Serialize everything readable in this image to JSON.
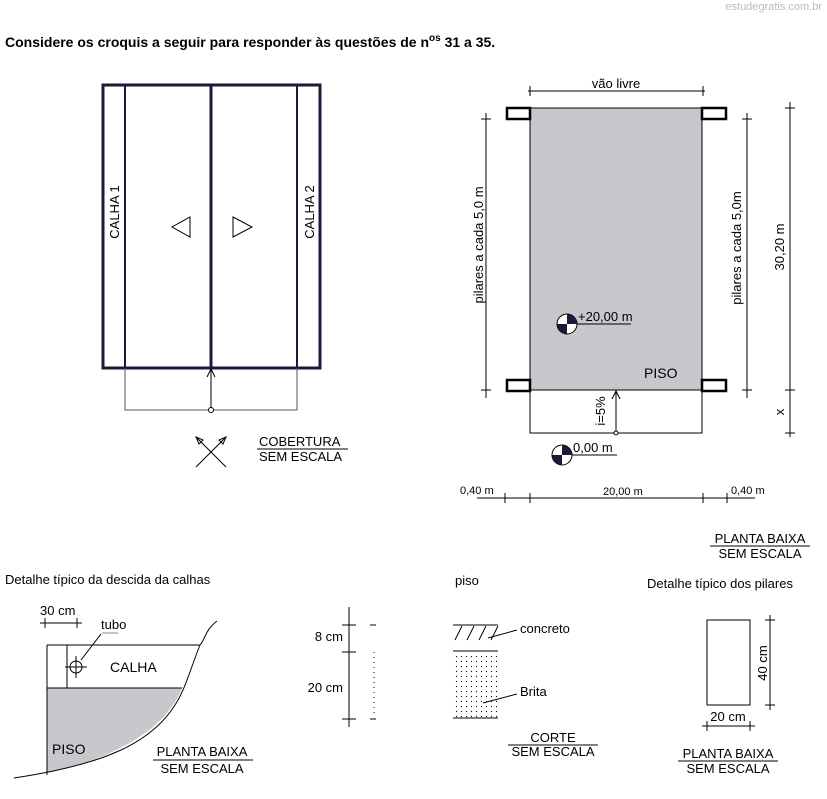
{
  "watermark": "estudegratis.com.br",
  "title": "Considere os croquis a seguir para responder às questões de n",
  "title_sup": "os",
  "title_end": " 31 a 35.",
  "cobertura": {
    "calha1": "CALHA 1",
    "calha2": "CALHA 2",
    "label": "COBERTURA",
    "scale": "SEM ESCALA"
  },
  "planta": {
    "vao_livre": "vão livre",
    "pilares_left": "pilares a cada 5,0 m",
    "pilares_right": "pilares a cada 5,0m",
    "total": "30,20 m",
    "x": "x",
    "level_top": "+20,00 m",
    "level_bottom": "0,00 m",
    "piso": "PISO",
    "slope": "i=5%",
    "dim_left": "0,40 m",
    "dim_mid": "20,00 m",
    "dim_right": "0,40 m",
    "label": "PLANTA BAIXA",
    "scale": "SEM ESCALA"
  },
  "descida": {
    "title": "Detalhe típico da descida da calhas",
    "width": "30 cm",
    "tubo": "tubo",
    "calha": "CALHA",
    "piso": "PISO",
    "label": "PLANTA BAIXA",
    "scale": "SEM ESCALA"
  },
  "corte": {
    "dim_top": "8 cm",
    "dim_bottom": "20 cm",
    "title": "piso",
    "concreto": "concreto",
    "brita": "Brita",
    "label": "CORTE",
    "scale": "SEM ESCALA"
  },
  "pilar": {
    "title": "Detalhe típico dos pilares",
    "height": "40 cm",
    "width": "20 cm",
    "label": "PLANTA BAIXA",
    "scale": "SEM ESCALA"
  }
}
